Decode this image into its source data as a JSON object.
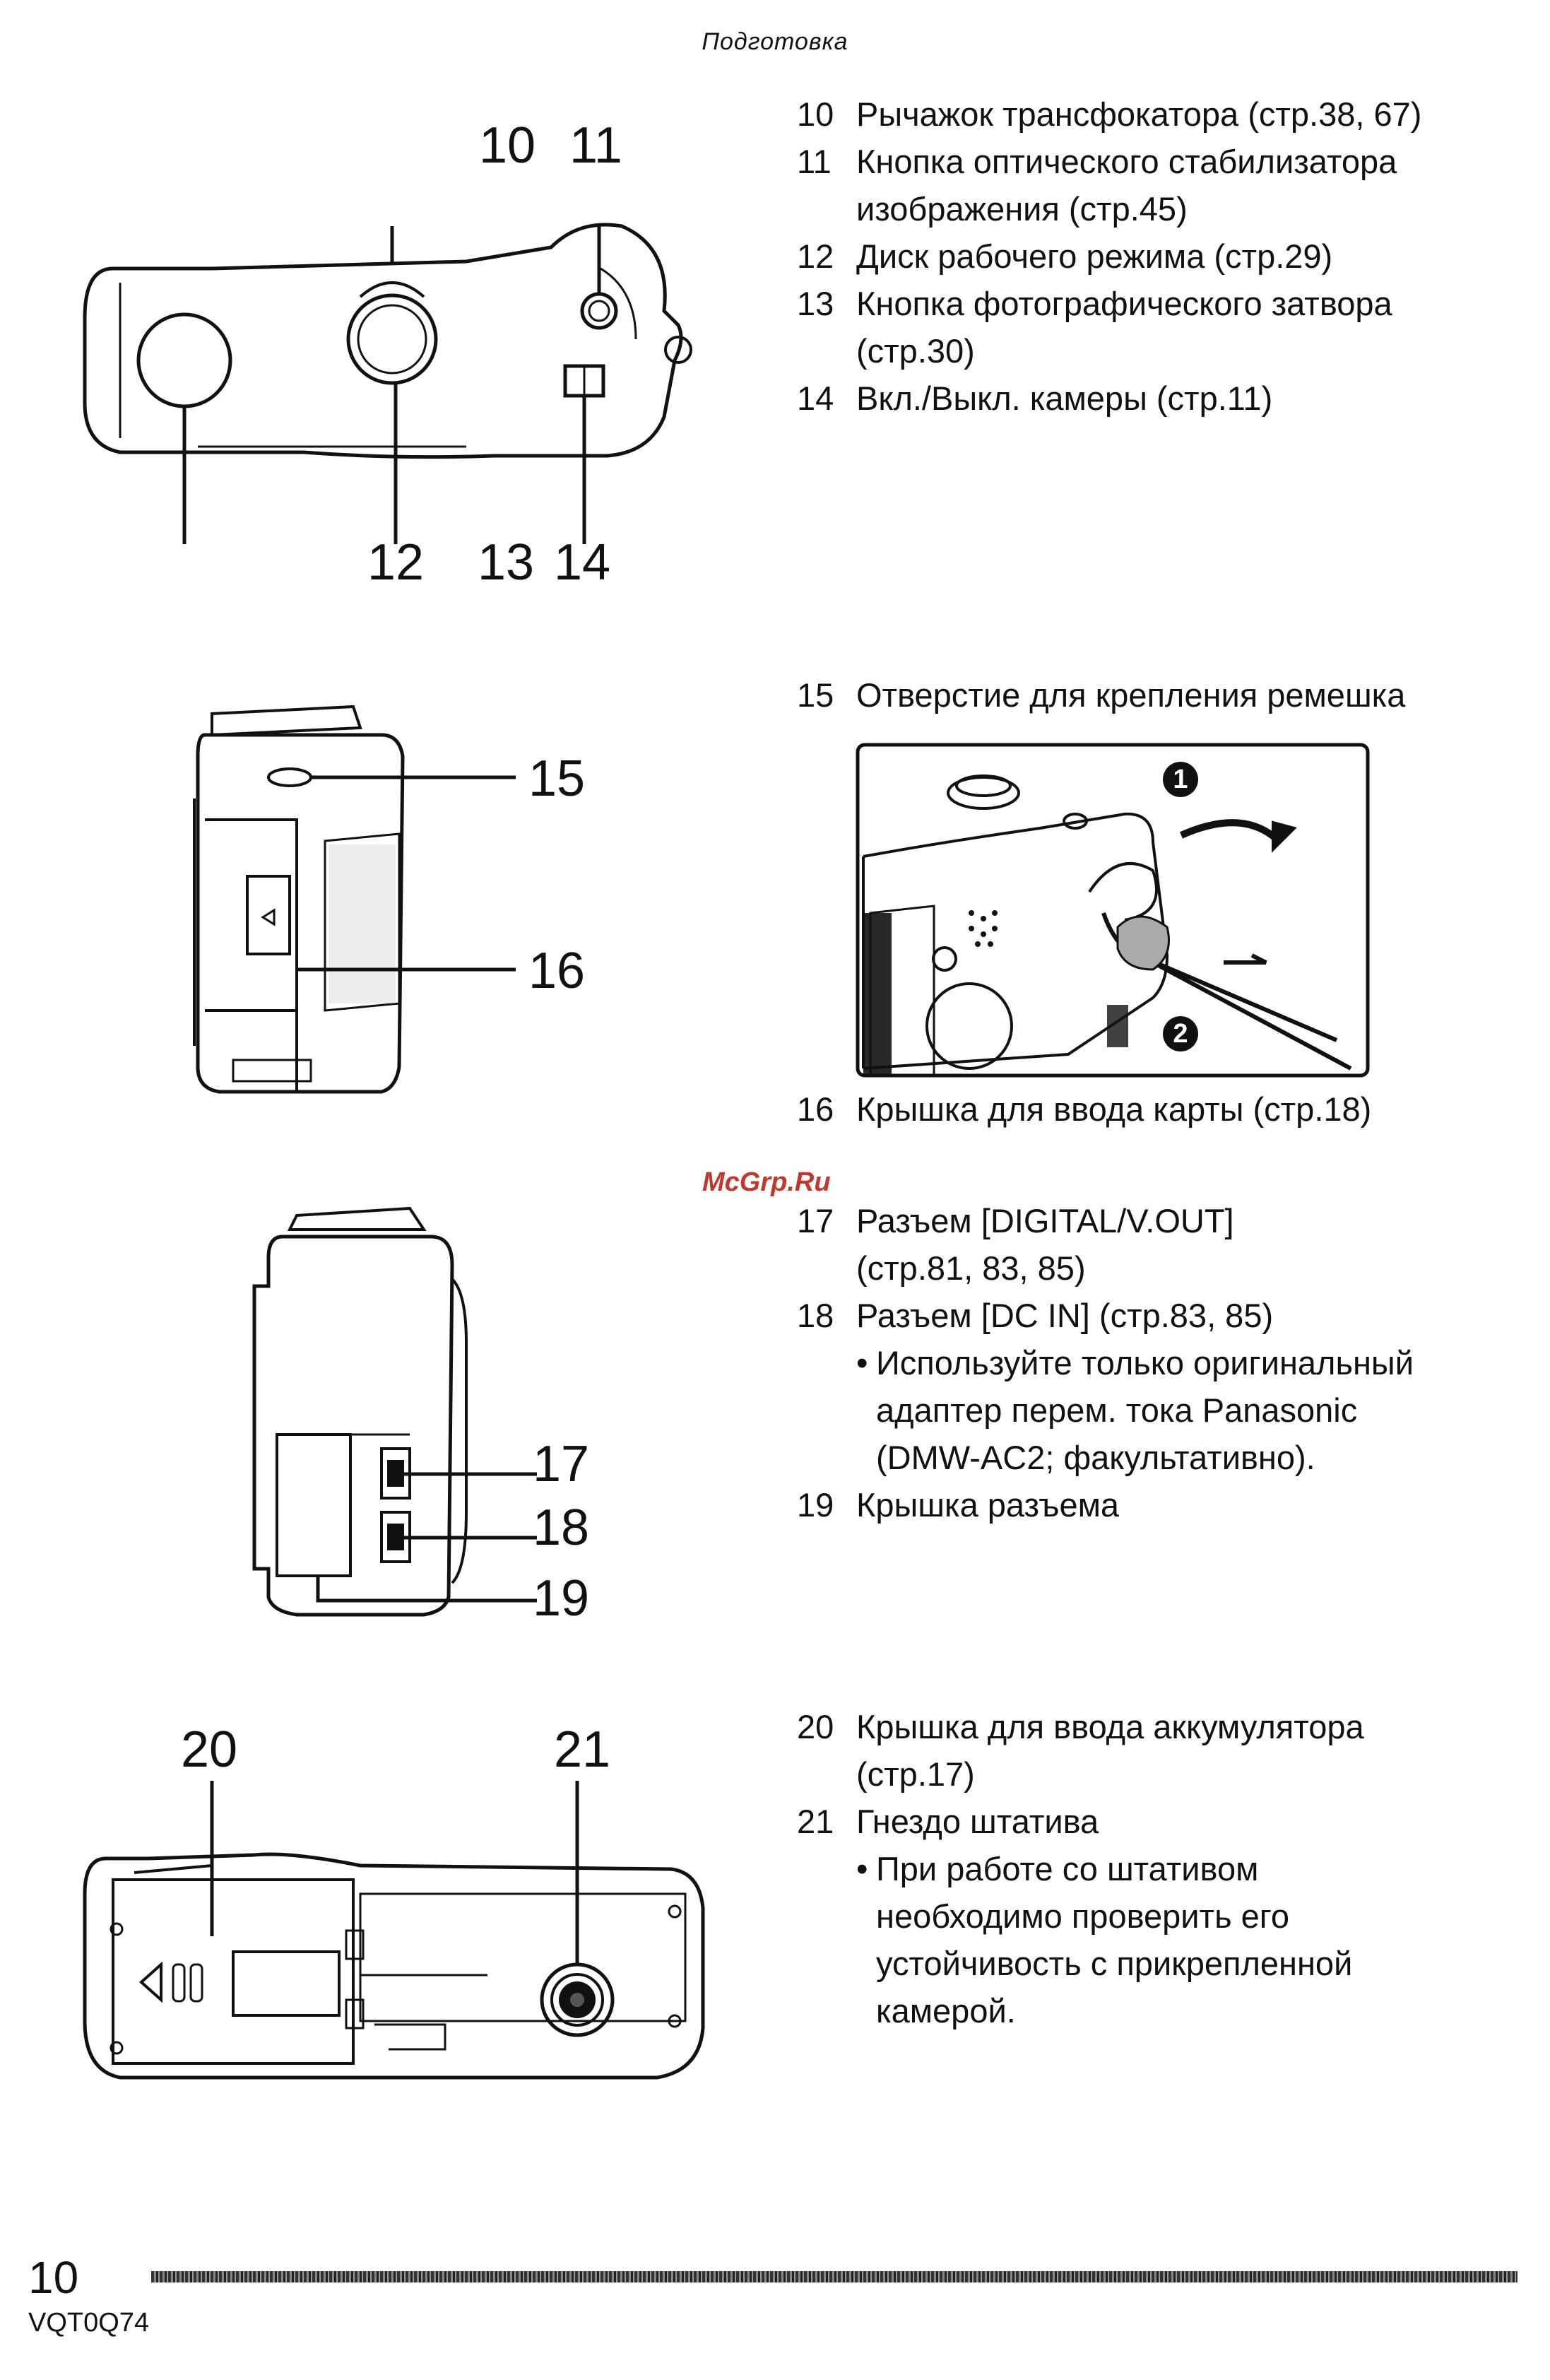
{
  "header": "Подготовка",
  "section1": {
    "callouts": [
      "10",
      "11",
      "12",
      "13",
      "14"
    ],
    "items": [
      {
        "num": "10",
        "lines": [
          "Рычажок трансфокатора (стр.38, 67)"
        ]
      },
      {
        "num": "11",
        "lines": [
          "Кнопка оптического стабилизатора",
          "изображения (стр.45)"
        ]
      },
      {
        "num": "12",
        "lines": [
          "Диск рабочего режима (стр.29)"
        ]
      },
      {
        "num": "13",
        "lines": [
          "Кнопка фотографического затвора",
          "(стр.30)"
        ]
      },
      {
        "num": "14",
        "lines": [
          "Вкл./Выкл. камеры (стр.11)"
        ]
      }
    ]
  },
  "section2": {
    "callouts": [
      "15",
      "16"
    ],
    "item15": {
      "num": "15",
      "text": "Отверстие для крепления ремешка"
    },
    "item16": {
      "num": "16",
      "text": "Крышка для ввода карты (стр.18)"
    },
    "steps": [
      "1",
      "2"
    ]
  },
  "watermark": "McGrp.Ru",
  "section3": {
    "callouts": [
      "17",
      "18",
      "19"
    ],
    "items": [
      {
        "num": "17",
        "lines": [
          "Разъем [DIGITAL/V.OUT]",
          "(стр.81, 83, 85)"
        ]
      },
      {
        "num": "18",
        "lines": [
          "Разъем [DC IN] (стр.83, 85)"
        ],
        "bullet": [
          "Используйте только оригинальный",
          "адаптер перем. тока Panasonic",
          "(DMW-AC2; факультативно)."
        ]
      },
      {
        "num": "19",
        "lines": [
          "Крышка разъема"
        ]
      }
    ]
  },
  "section4": {
    "callouts": [
      "20",
      "21"
    ],
    "items": [
      {
        "num": "20",
        "lines": [
          "Крышка для ввода аккумулятора",
          "(стр.17)"
        ]
      },
      {
        "num": "21",
        "lines": [
          "Гнездо штатива"
        ],
        "bullet": [
          "При работе со штативом",
          "необходимо проверить его",
          "устойчивость с прикрепленной",
          "камерой."
        ]
      }
    ]
  },
  "bullet_char": "•",
  "footer": {
    "page_number": "10",
    "code": "VQT0Q74"
  }
}
